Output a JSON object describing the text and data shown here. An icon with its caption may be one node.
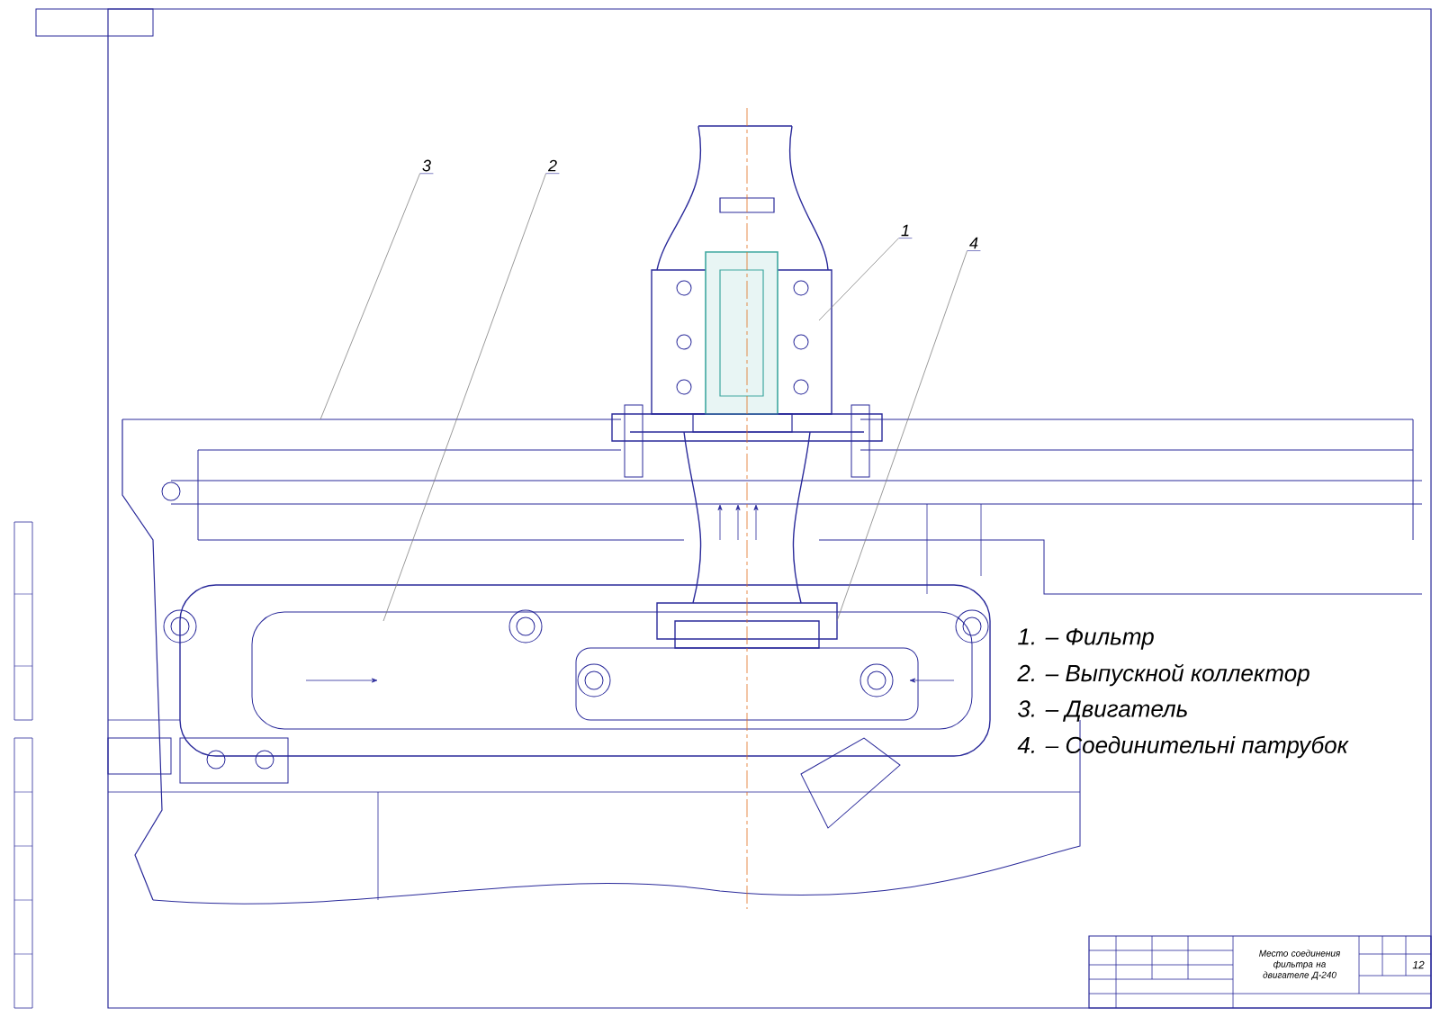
{
  "diagram": {
    "nodes": [
      {
        "text": [
          "1"
        ]
      },
      {
        "text": [
          "2"
        ]
      },
      {
        "text": [
          "3"
        ]
      },
      {
        "text": [
          "4"
        ]
      }
    ],
    "edges": [
      {
        "from": 0,
        "to": null,
        "arrow": "none"
      },
      {
        "from": 1,
        "to": null,
        "arrow": "none"
      },
      {
        "from": 2,
        "to": null,
        "arrow": "none"
      },
      {
        "from": 3,
        "to": null,
        "arrow": "none"
      }
    ],
    "labels": [
      "1. – Фильтр",
      "2. – Выпускной коллектор",
      "3. – Двигатель",
      "4. – Соединительні патрубок",
      "Место соединения фильтра на двигателе Д-240",
      "12"
    ]
  }
}
